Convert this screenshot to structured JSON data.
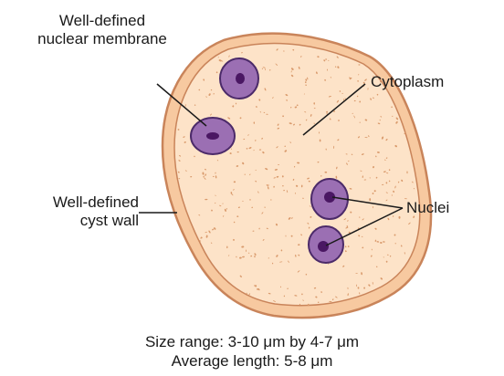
{
  "labels": {
    "membrane_line1": "Well-defined",
    "membrane_line2": "nuclear membrane",
    "cytoplasm": "Cytoplasm",
    "wall_line1": "Well-defined",
    "wall_line2": "cyst wall",
    "nuclei": "Nuclei"
  },
  "caption": {
    "line1": "Size range: 3-10 μm by 4-7 μm",
    "line2": "Average length: 5-8 μm"
  },
  "colors": {
    "wall_fill": "#f7c9a0",
    "cytoplasm_fill": "#fde3c8",
    "speckle": "#d99a6c",
    "nucleus_fill": "#9b6fb3",
    "nucleus_stroke": "#4b2a69",
    "karyosome": "#4a1763",
    "line": "#1a1a1a"
  }
}
